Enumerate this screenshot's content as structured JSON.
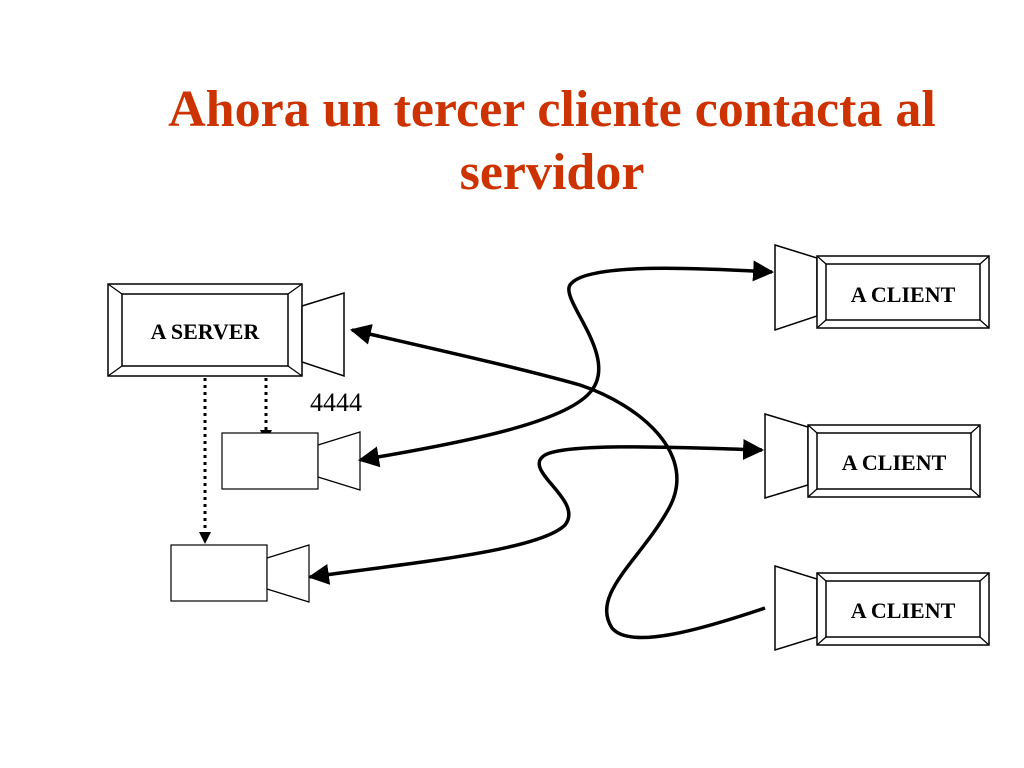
{
  "title": {
    "line1": "Ahora un tercer cliente contacta al",
    "line2": "servidor",
    "color": "#cc3300"
  },
  "server": {
    "label": "A SERVER"
  },
  "port": {
    "label": "4444"
  },
  "clients": [
    {
      "label": "A CLIENT"
    },
    {
      "label": "A CLIENT"
    },
    {
      "label": "A CLIENT"
    }
  ]
}
